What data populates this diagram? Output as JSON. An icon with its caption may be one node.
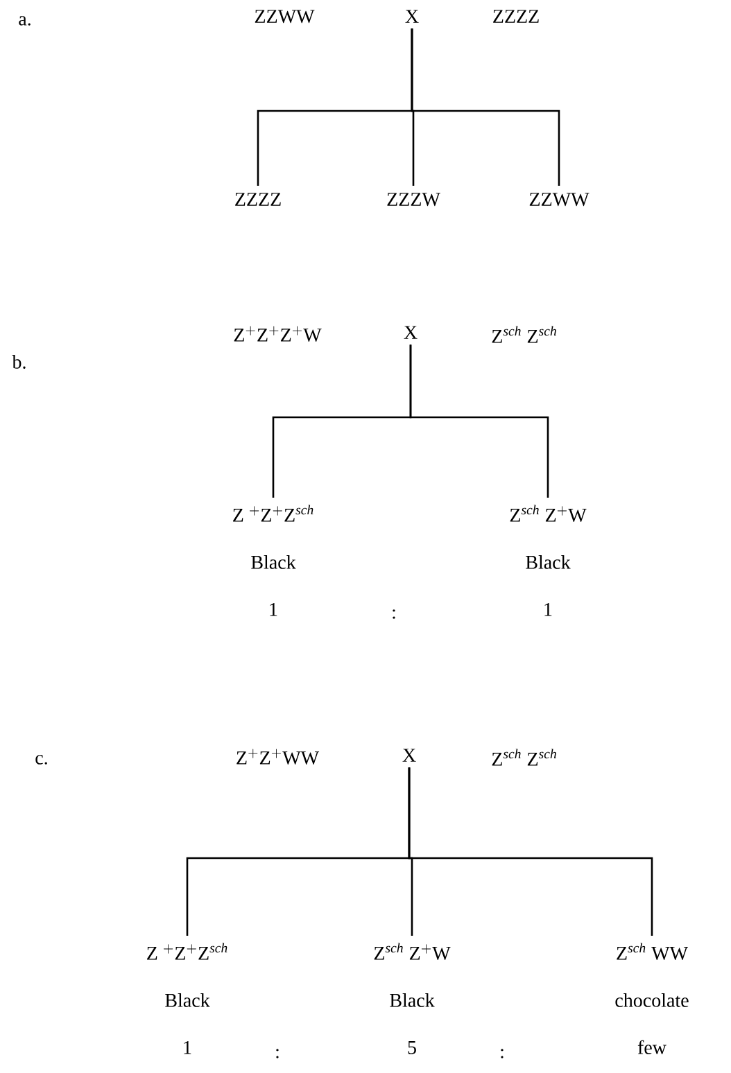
{
  "diagram": {
    "nodes": [
      {
        "text": [
          "ZZWW"
        ]
      },
      {
        "text": [
          "X"
        ]
      },
      {
        "text": [
          "ZZZZ"
        ]
      },
      {
        "text": [
          "ZZZZ"
        ]
      },
      {
        "text": [
          "ZZZW"
        ]
      },
      {
        "text": [
          "ZZWW"
        ]
      },
      {
        "text": [
          "\\mathrm{Z}^{+}\\mathrm{Z}^{+}\\mathrm{Z}^{+}\\mathrm{W}"
        ]
      },
      {
        "text": [
          "X"
        ]
      },
      {
        "text": [
          "\\mathrm{Z}^{\\mathit{sch}}\\ \\mathrm{Z}^{\\mathit{sch}}"
        ]
      },
      {
        "text": [
          "\\mathrm{Z}\\ {}^{+}\\mathrm{Z}^{+}\\mathrm{Z}^{\\mathit{sch}}",
          "Black",
          "1"
        ]
      },
      {
        "text": [
          "\\mathrm{Z}^{\\mathit{sch}}\\ \\mathrm{Z}^{+}\\mathrm{W}",
          "Black",
          "1"
        ]
      },
      {
        "text": [
          "\\mathrm{Z}^{+}\\mathrm{Z}^{+}\\mathrm{W}\\mathrm{W}"
        ]
      },
      {
        "text": [
          "X"
        ]
      },
      {
        "text": [
          "\\mathrm{Z}^{\\mathit{sch}}\\ \\mathrm{Z}^{\\mathit{sch}}"
        ]
      },
      {
        "text": [
          "\\mathrm{Z}\\ {}^{+}\\mathrm{Z}^{+}\\mathrm{Z}^{\\mathit{sch}}",
          "Black",
          "1"
        ]
      },
      {
        "text": [
          "\\mathrm{Z}^{\\mathit{sch}}\\ \\mathrm{Z}^{+}\\mathrm{W}",
          "Black",
          "5"
        ]
      },
      {
        "text": [
          "\\mathrm{Z}^{\\mathit{sch}}\\ \\mathrm{W}\\mathrm{W}",
          "chocolate",
          "few"
        ]
      }
    ],
    "edges": [
      {
        "from": 1,
        "to": 3,
        "arrow": "none"
      },
      {
        "from": 1,
        "to": 4,
        "arrow": "none"
      },
      {
        "from": 1,
        "to": 5,
        "arrow": "none"
      },
      {
        "from": 7,
        "to": 9,
        "arrow": "none"
      },
      {
        "from": 7,
        "to": 10,
        "arrow": "none"
      },
      {
        "from": 12,
        "to": 14,
        "arrow": "none"
      },
      {
        "from": 12,
        "to": 15,
        "arrow": "none"
      },
      {
        "from": 12,
        "to": 16,
        "arrow": "none"
      }
    ],
    "labels": [
      "a.",
      "b.",
      ":",
      "c.",
      ":",
      ":"
    ]
  }
}
